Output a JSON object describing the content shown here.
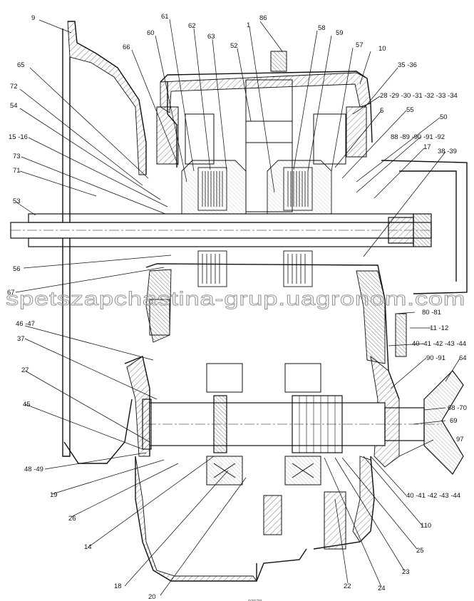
{
  "diagram": {
    "labels": [
      "9",
      "61",
      "86",
      "1",
      "58",
      "59",
      "57",
      "10",
      "60",
      "62",
      "63",
      "66",
      "52",
      "65",
      "35 -36",
      "72",
      "28 -29 -30 -31 -32 -33 -34",
      "54",
      "5",
      "55",
      "15 -16",
      "50",
      "88 -89 -90 -91 -92",
      "73",
      "17",
      "71",
      "38 -39",
      "53",
      "56",
      "67",
      "80 -81",
      "46 -47",
      "11 -12",
      "37",
      "40 -41 -42 -43 -44",
      "90 -91",
      "64",
      "27",
      "68 -70",
      "45",
      "69",
      "97",
      "48 -49",
      "19",
      "40 -41 -42 -43 -44",
      "26",
      "110",
      "14",
      "25",
      "23",
      "18",
      "22",
      "24",
      "20"
    ],
    "watermark": "spetszapchastina-grup.uagronom.com",
    "footer_code": "07878"
  }
}
